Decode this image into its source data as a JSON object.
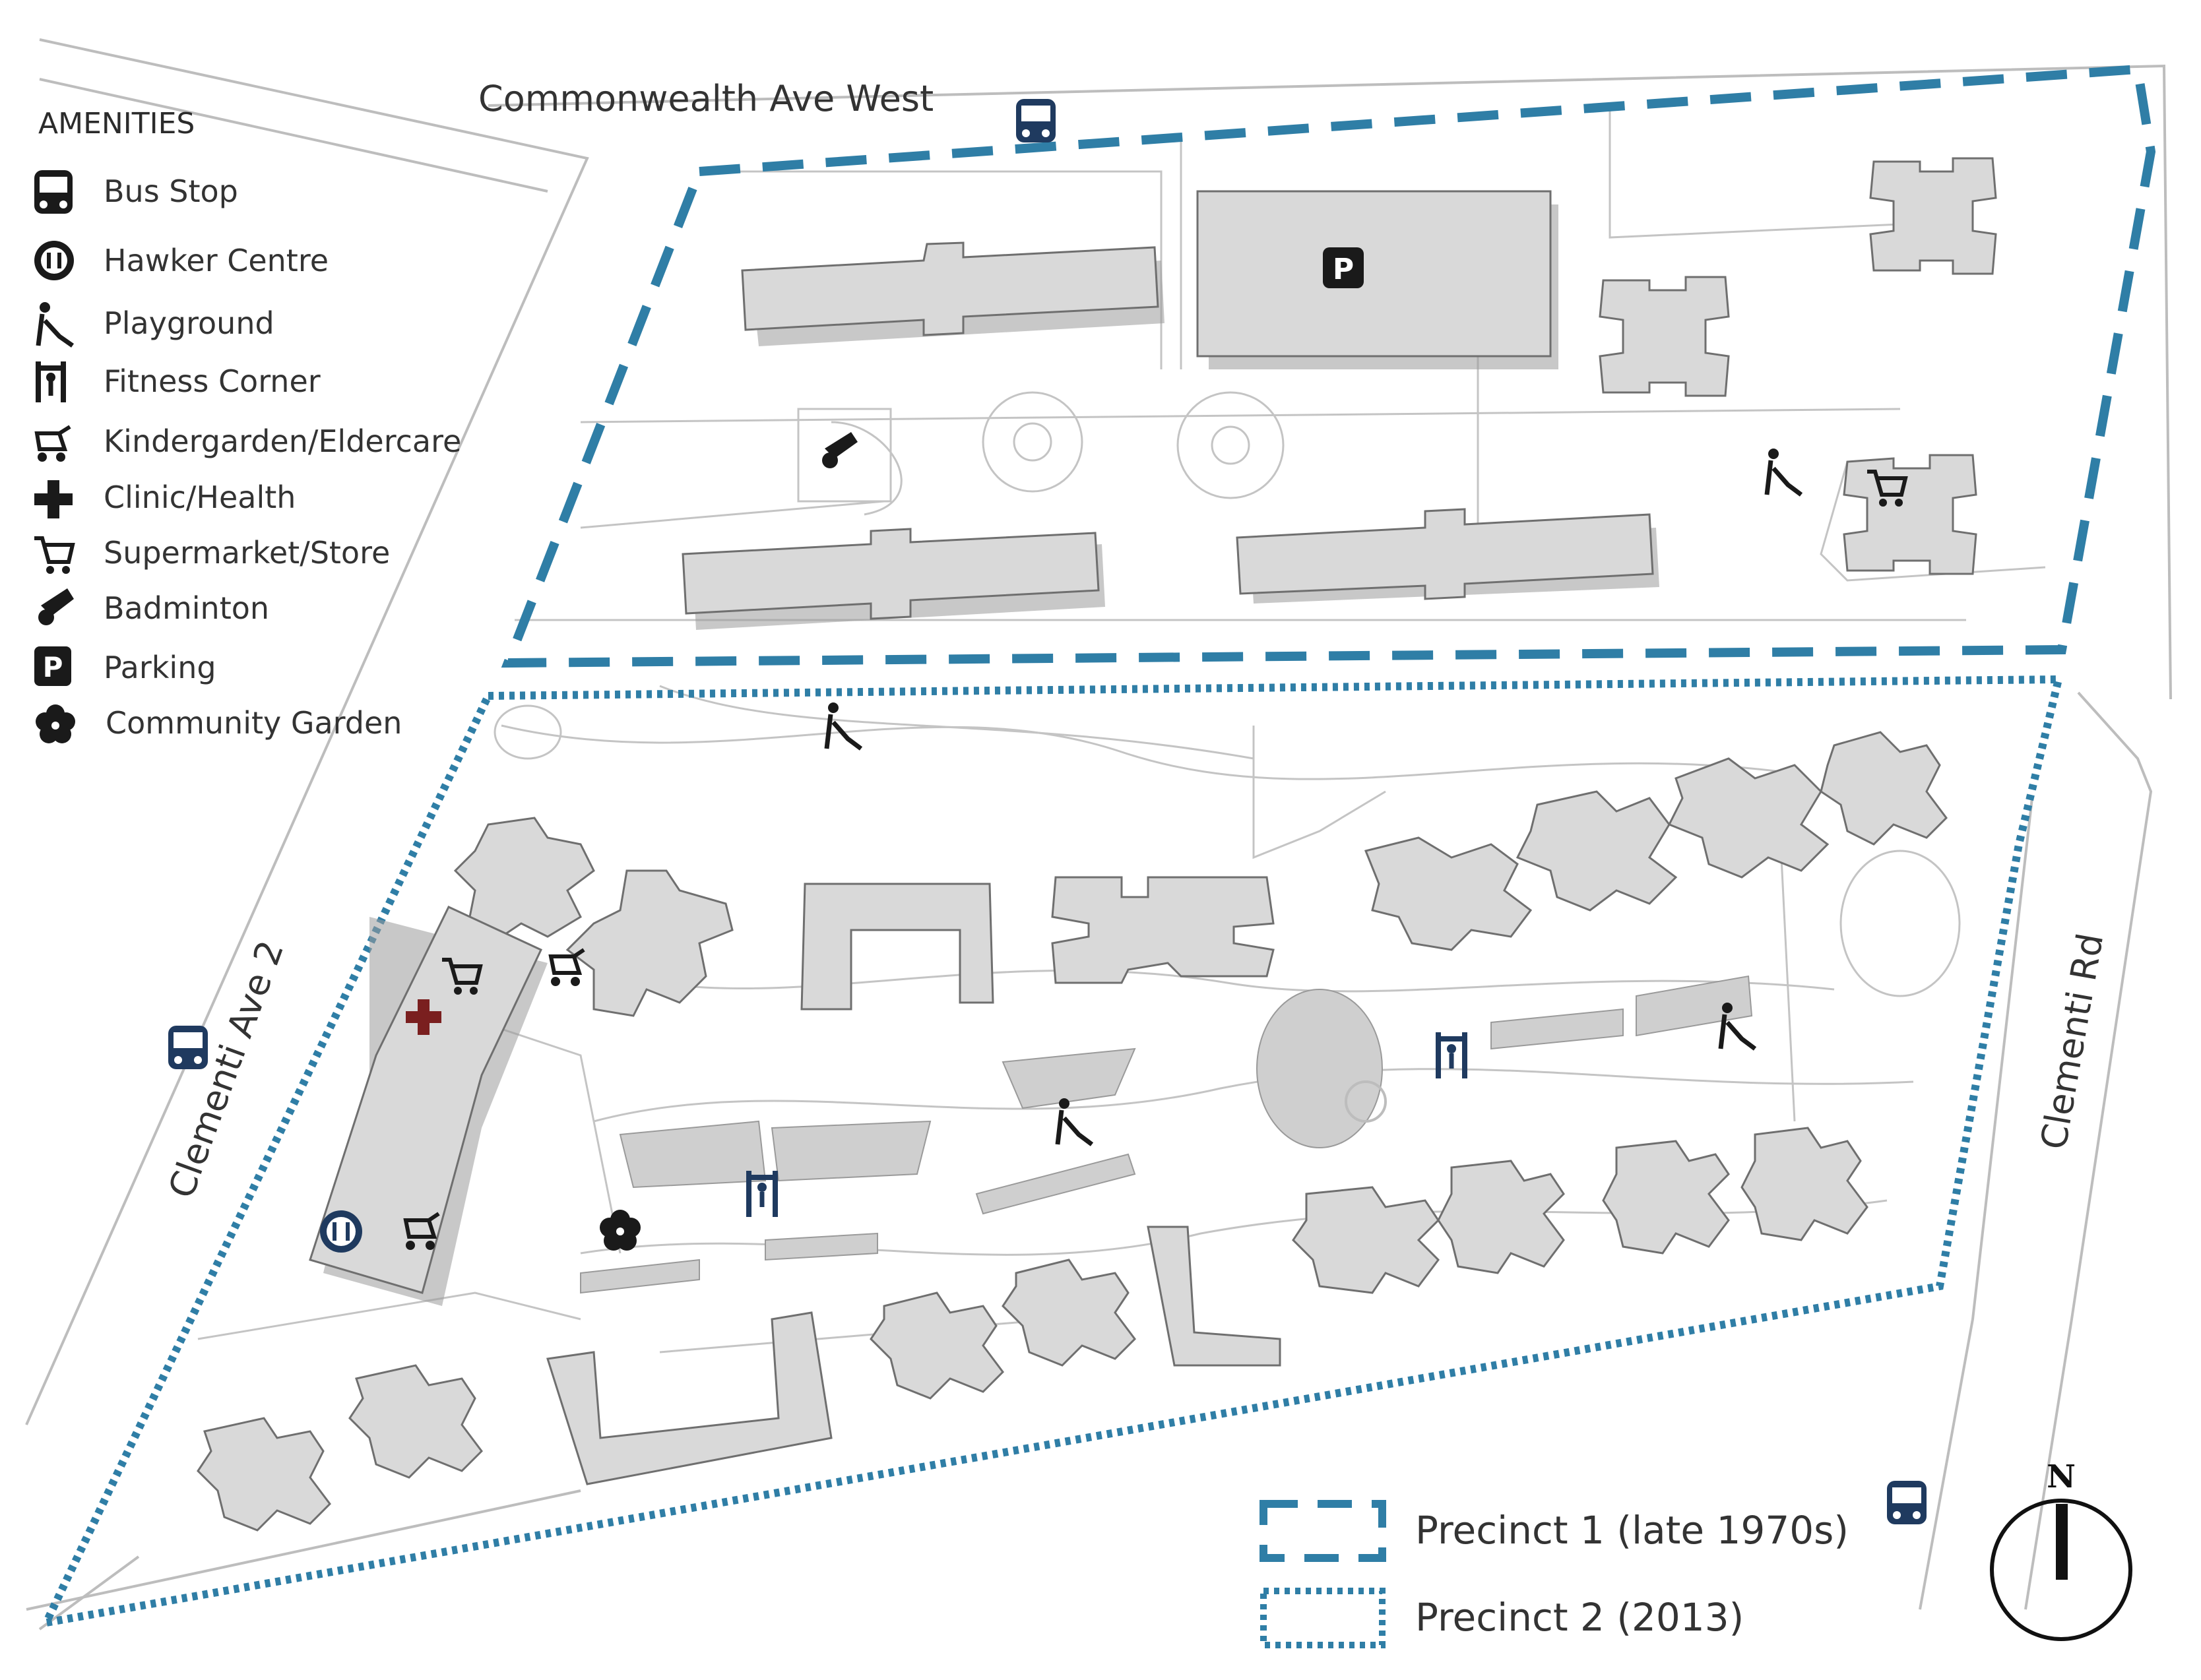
{
  "legend": {
    "title": "AMENITIES",
    "items": [
      {
        "icon": "bus-stop-icon",
        "label": "Bus Stop"
      },
      {
        "icon": "hawker-centre-icon",
        "label": "Hawker Centre"
      },
      {
        "icon": "playground-icon",
        "label": "Playground"
      },
      {
        "icon": "fitness-corner-icon",
        "label": "Fitness Corner"
      },
      {
        "icon": "kindergarden-eldercare-icon",
        "label": "Kindergarden/Eldercare"
      },
      {
        "icon": "clinic-health-icon",
        "label": "Clinic/Health"
      },
      {
        "icon": "supermarket-store-icon",
        "label": "Supermarket/Store"
      },
      {
        "icon": "badminton-icon",
        "label": "Badminton"
      },
      {
        "icon": "parking-icon",
        "label": "Parking"
      },
      {
        "icon": "community-garden-icon",
        "label": "Community Garden"
      }
    ]
  },
  "roads": {
    "north": "Commonwealth Ave West",
    "west": "Clementi Ave 2",
    "east": "Clementi Rd"
  },
  "precincts": {
    "precinct1": "Precinct 1 (late 1970s)",
    "precinct2": "Precinct 2 (2013)"
  },
  "compass": {
    "label": "N"
  },
  "colors": {
    "precinct_line": "#2f7ea6",
    "building_fill": "#d9d9d9",
    "clinic_cross": "#7a1f1f",
    "bus_icon": "#1f3a5f"
  }
}
